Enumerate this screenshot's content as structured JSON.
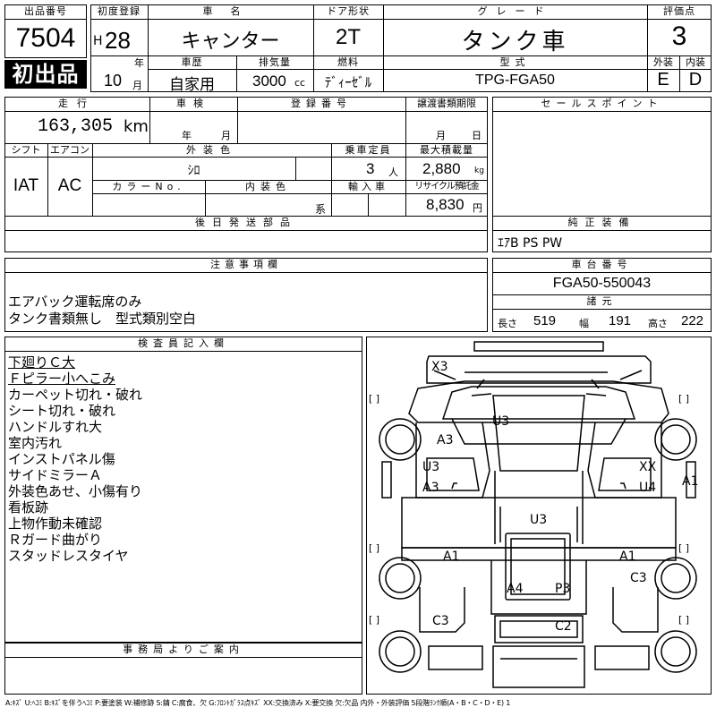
{
  "header": {
    "lot_no_label": "出品番号",
    "lot_no": "7504",
    "first_listing_badge": "初出品",
    "first_reg_label": "初度登録",
    "era": "H",
    "year": "28",
    "year_unit": "年",
    "month": "10",
    "month_unit": "月",
    "car_name_label": "車名",
    "car_name": "キャンター",
    "door_label": "ドア形状",
    "door": "2T",
    "grade_label": "グレード",
    "grade": "タンク車",
    "score_label": "評価点",
    "score": "3",
    "history_label": "車歴",
    "history": "自家用",
    "displacement_label": "排気量",
    "displacement": "3000",
    "displacement_unit": "cc",
    "fuel_label": "燃料",
    "fuel": "ﾃﾞｨｰｾﾞﾙ",
    "model_label": "型式",
    "model": "TPG-FGA50",
    "exterior_label": "外装",
    "exterior": "E",
    "interior_label": "内装",
    "interior": "D"
  },
  "specs": {
    "mileage_label": "走行",
    "mileage": "163,305",
    "mileage_unit": "km",
    "inspection_label": "車検",
    "inspection_year_unit": "年",
    "inspection_month_unit": "月",
    "reg_no_label": "登録番号",
    "transfer_label": "譲渡書類期限",
    "transfer_month_unit": "月",
    "transfer_day_unit": "日",
    "shift_label": "シフト",
    "shift": "IAT",
    "ac_label": "エアコン",
    "ac": "AC",
    "color_label": "外装色",
    "color": "ｼﾛ",
    "capacity_label": "乗車定員",
    "capacity": "3",
    "capacity_unit": "人",
    "max_load_label": "最大積載量",
    "max_load": "2,880",
    "max_load_unit": "kg",
    "color_no_label": "カラーNo.",
    "interior_color_label": "内装色",
    "interior_color_unit": "系",
    "import_label": "輸入車",
    "recycle_label": "リサイクル預託金",
    "recycle": "8,830",
    "recycle_unit": "円",
    "later_parts_label": "後日発送部品"
  },
  "sales_point_label": "セールスポイント",
  "equipment": {
    "label": "純正装備",
    "value": "ｴｱB PS PW"
  },
  "notes": {
    "label": "注意事項欄",
    "lines": [
      "エアバック運転席のみ",
      "タンク書類無し　型式類別空白"
    ]
  },
  "chassis": {
    "label": "車台番号",
    "value": "FGA50-550043",
    "dims_label": "諸元",
    "length_label": "長さ",
    "length": "519",
    "width_label": "幅",
    "width": "191",
    "height_label": "高さ",
    "height": "222"
  },
  "inspector": {
    "label": "検査員記入欄",
    "lines": [
      "下廻りＣ大",
      "Ｆピラー小へこみ",
      "カーペット切れ・破れ",
      "シート切れ・破れ",
      "ハンドルすれ大",
      "室内汚れ",
      "インストパネル傷",
      "サイドミラーＡ",
      "外装色あせ、小傷有り",
      "看板跡",
      "上物作動未確認",
      "Ｒガード曲がり",
      "スタッドレスタイヤ"
    ]
  },
  "office_label": "事務局よりご案内",
  "diagram_marks": {
    "x3": "X3",
    "u3_cab": "U3",
    "a3_left": "A3",
    "u3_left": "U3",
    "a3_left2": "A3",
    "xx": "XX",
    "u4": "U4",
    "a1_right": "A1",
    "u3_center": "U3",
    "a1_left_frame": "A1",
    "a1_right_frame": "A1",
    "c3_right": "C3",
    "a4": "A4",
    "p3": "P3",
    "c3_left": "C3",
    "c2": "C2",
    "bracket_left_top": "[    ]",
    "bracket_right_top": "[    ]",
    "bracket_left_mid": "[    ]",
    "bracket_right_mid": "[    ]",
    "bracket_left_bot": "[    ]",
    "bracket_right_bot": "[    ]"
  },
  "footer": "A:ｷｽﾞ U:ﾍｺﾐ B:ｷｽﾞを伴うﾍｺﾐ P:要塗装 W:補修跡 S:錆 C:腐食、欠 G:ﾌﾛﾝﾄｶﾞﾗｽ点ｷｽﾞ XX:交換済み X:要交換 欠:欠品 内外・外装評価 5段階ﾗﾝｸ順(A・B・C・D・E) 1"
}
